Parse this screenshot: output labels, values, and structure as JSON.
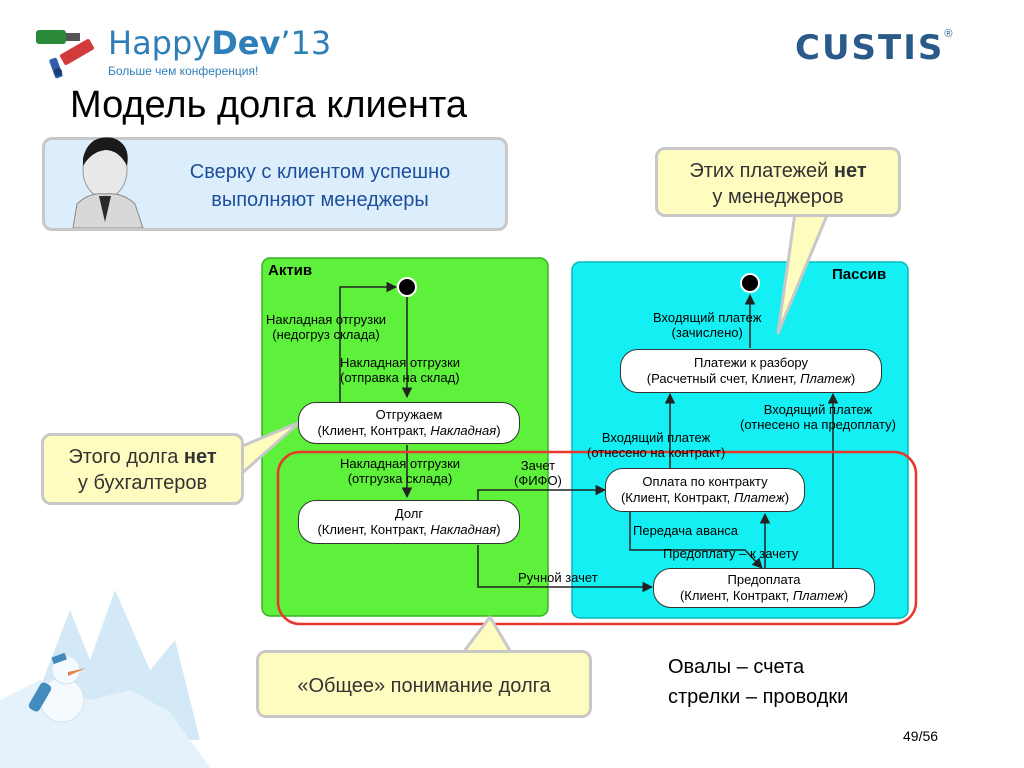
{
  "header": {
    "logo_left_name": "Happy",
    "logo_left_bold": "Dev",
    "logo_left_year": "’13",
    "logo_left_tagline": "Больше чем конференция!",
    "logo_right": "CUSTIS",
    "logo_right_mark": "®"
  },
  "slide": {
    "title": "Модель долга клиента",
    "page_number": "49/56"
  },
  "callouts": {
    "managers_line1": "Сверку с клиентом успешно",
    "managers_line2": "выполняют менеджеры",
    "payments_line1_a": "Этих платежей ",
    "payments_line1_b": "нет",
    "payments_line2": "у менеджеров",
    "debt_line1_a": "Этого долга ",
    "debt_line1_b": "нет",
    "debt_line2": "у бухгалтеров",
    "common": "«Общее» понимание долга"
  },
  "diagram": {
    "active_title": "Актив",
    "passive_title": "Пассив",
    "states": {
      "shipping_name": "Отгружаем",
      "shipping_params": "(Клиент, Контракт, ",
      "shipping_italic": "Накладная",
      "debt_name": "Долг",
      "debt_params": "(Клиент, Контракт, ",
      "debt_italic": "Накладная",
      "pending_name": "Платежи к разбору",
      "pending_params": "(Расчетный счет, Клиент, ",
      "pending_italic": "Платеж",
      "contract_pay_name": "Оплата по контракту",
      "contract_pay_params": "(Клиент, Контракт, ",
      "contract_pay_italic": "Платеж",
      "prepay_name": "Предоплата",
      "prepay_params": "(Клиент, Контракт, ",
      "prepay_italic": "Платеж"
    },
    "transitions": {
      "t1_line1": "Накладная отгрузки",
      "t1_line2": "(недогруз склада)",
      "t2_line1": "Накладная отгрузки",
      "t2_line2": "(отправка на склад)",
      "t3_line1": "Накладная отгрузки",
      "t3_line2": "(отгрузка склада)",
      "t4_line1": "Зачет",
      "t4_line2": "(ФИФО)",
      "t5": "Ручной зачет",
      "t6_line1": "Входящий платеж",
      "t6_line2": "(зачислено)",
      "t7_line1": "Входящий платеж",
      "t7_line2": "(отнесено на предоплату)",
      "t8_line1": "Входящий платеж",
      "t8_line2": "(отнесено на контракт)",
      "t9": "Передача аванса",
      "t10": "Предоплату – к зачету"
    }
  },
  "legend": {
    "line1": "Овалы – счета",
    "line2": "стрелки – проводки"
  },
  "colors": {
    "active_bg": "#5df13b",
    "passive_bg": "#13eff2",
    "highlight": "#e8382e"
  }
}
